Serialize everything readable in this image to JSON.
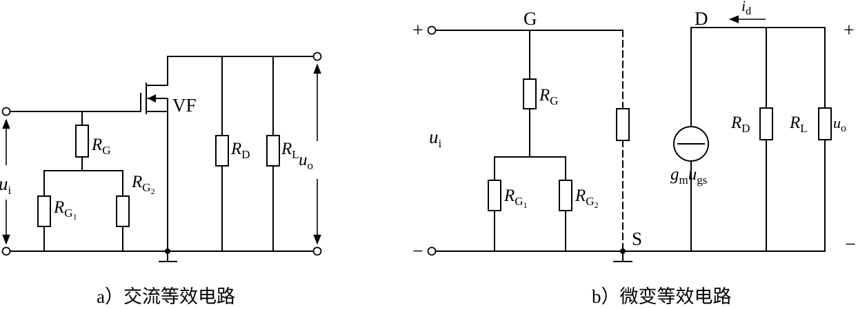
{
  "circuit_a": {
    "transistor": "VF",
    "r_g": {
      "main": "R",
      "sub": "G"
    },
    "r_g1": {
      "main": "R",
      "sub": "G",
      "subsub": "1"
    },
    "r_g2": {
      "main": "R",
      "sub": "G",
      "subsub": "2"
    },
    "r_d": {
      "main": "R",
      "sub": "D"
    },
    "r_l": {
      "main": "R",
      "sub": "L"
    },
    "u_i": {
      "main": "u",
      "sub": "i"
    },
    "u_o": {
      "main": "u",
      "sub": "o"
    },
    "caption": "a）交流等效电路"
  },
  "circuit_b": {
    "gate": "G",
    "drain": "D",
    "source": "S",
    "plus_in": "+",
    "minus_in": "−",
    "plus_out": "+",
    "minus_out": "−",
    "i_d": {
      "main": "i",
      "sub": "d"
    },
    "r_g": {
      "main": "R",
      "sub": "G"
    },
    "r_g1": {
      "main": "R",
      "sub": "G",
      "subsub": "1"
    },
    "r_g2": {
      "main": "R",
      "sub": "G",
      "subsub": "2"
    },
    "r_d": {
      "main": "R",
      "sub": "D"
    },
    "r_l": {
      "main": "R",
      "sub": "L"
    },
    "u_i": {
      "main": "u",
      "sub": "i"
    },
    "u_o": {
      "main": "u",
      "sub": "o"
    },
    "source_label": {
      "g": "g",
      "m": "m",
      "u": "u",
      "gs": "gs"
    },
    "caption": "b）微变等效电路"
  }
}
